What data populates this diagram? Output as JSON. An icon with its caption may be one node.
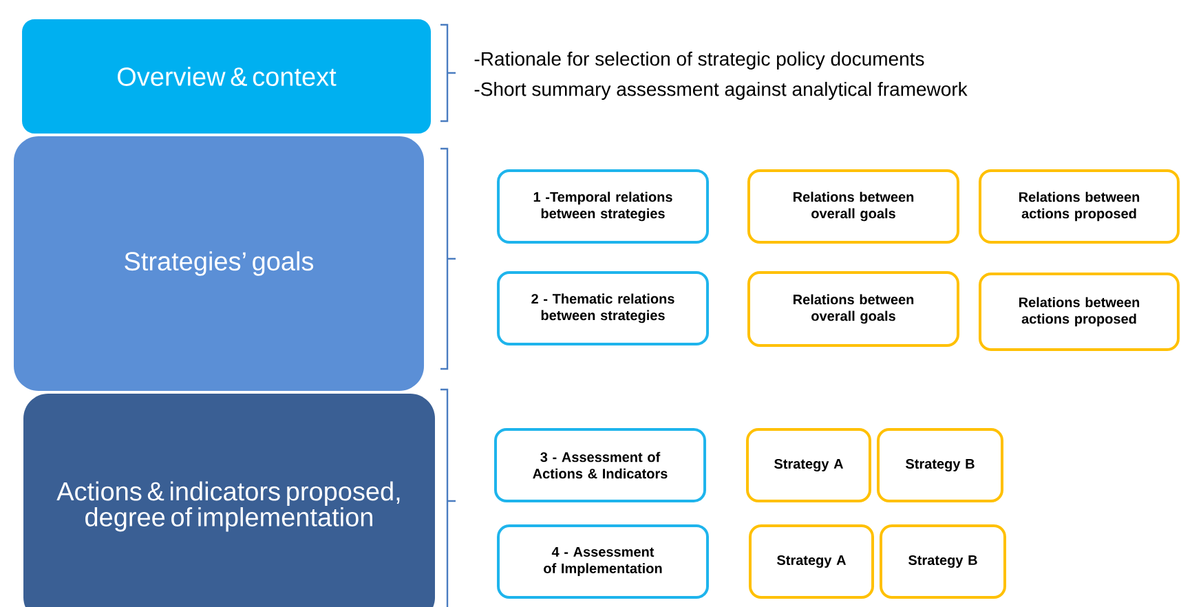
{
  "diagram": {
    "nodes": [
      {
        "text": [
          "Overview & context"
        ]
      },
      {
        "text": [
          "Strategies’ goals"
        ]
      },
      {
        "text": [
          "Actions & indicators proposed, degree of implementation"
        ]
      },
      {
        "text": [
          "1 -Temporal relations between strategies"
        ]
      },
      {
        "text": [
          "Relations between overall goals"
        ]
      },
      {
        "text": [
          "Relations between actions proposed"
        ]
      },
      {
        "text": [
          "2 - Thematic relations between strategies"
        ]
      },
      {
        "text": [
          "Relations between overall goals"
        ]
      },
      {
        "text": [
          "Relations between actions proposed"
        ]
      },
      {
        "text": [
          "3 - Assessment of Actions & Indicators"
        ]
      },
      {
        "text": [
          "Strategy A"
        ]
      },
      {
        "text": [
          "Strategy B"
        ]
      },
      {
        "text": [
          "4 - Assessment of Implementation"
        ]
      },
      {
        "text": [
          "Strategy A"
        ]
      },
      {
        "text": [
          "Strategy B"
        ]
      }
    ],
    "labels": [
      "-Rationale for selection of strategic policy documents",
      "-Short summary assessment against analytical framework"
    ]
  }
}
